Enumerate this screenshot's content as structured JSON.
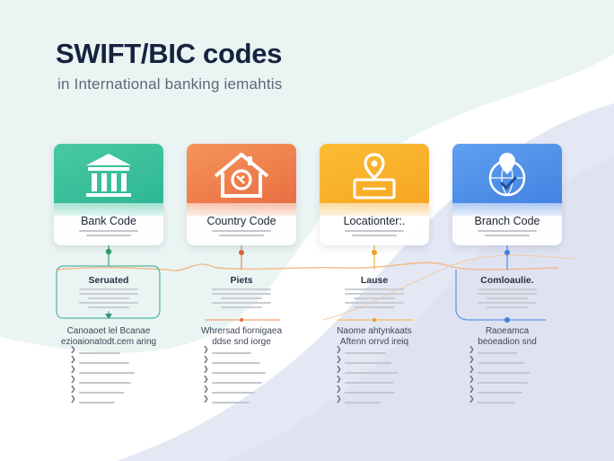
{
  "header": {
    "title": "SWIFT/BIC codes",
    "subtitle": "in International banking iemahtis"
  },
  "columns": [
    {
      "card_label": "Bank Code",
      "icon": "bank-building-icon",
      "color": "#2bb595",
      "box_title": "Seruated",
      "heading": [
        "Canoaoet lel Bcanae",
        "ezioaionatodt.cem aring"
      ]
    },
    {
      "card_label": "Country Code",
      "icon": "house-globe-icon",
      "color": "#e9693f",
      "box_title": "Piets",
      "heading": [
        "Whrersad fiornigaea",
        "ddse snd iorge"
      ]
    },
    {
      "card_label": "Locationter:.",
      "icon": "location-pin-icon",
      "color": "#f5a321",
      "box_title": "Lause",
      "heading": [
        "Naome ahtynkaats",
        "Aftenn orrvd ireiq"
      ]
    },
    {
      "card_label": "Branch Code",
      "icon": "globe-check-icon",
      "color": "#3f7fe0",
      "box_title": "Comloaulie.",
      "heading": [
        "Raoeamca",
        "beoeadion snd"
      ]
    }
  ],
  "colors": {
    "title": "#16233f",
    "subtitle": "#5f6778",
    "flow_line": "#f2b98a",
    "connector_teal": "#4fb9a0"
  }
}
